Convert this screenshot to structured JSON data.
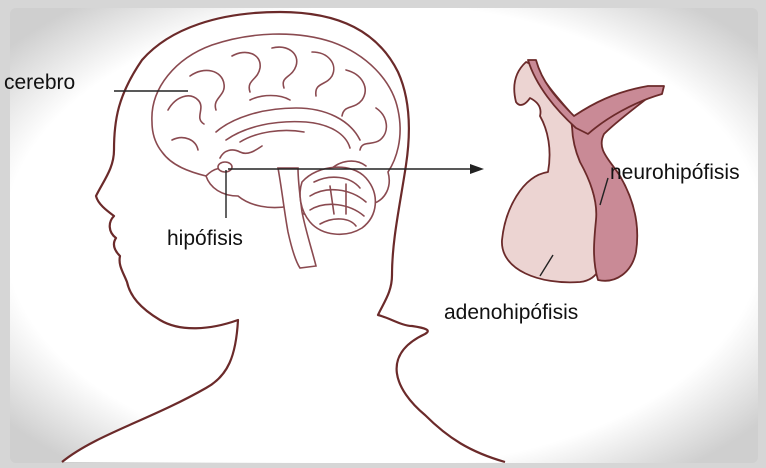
{
  "labels": {
    "cerebro": "cerebro",
    "hipofisis": "hipófisis",
    "neurohipofisis": "neurohipófisis",
    "adenohipofisis": "adenohipófisis"
  },
  "colors": {
    "frame": "#d8d8d8",
    "background": "#ffffff",
    "outline": "#6b2a2a",
    "adenohipofisis": "#ecd4d2",
    "neurohipofisis": "#c98a96",
    "leader": "#222222"
  }
}
